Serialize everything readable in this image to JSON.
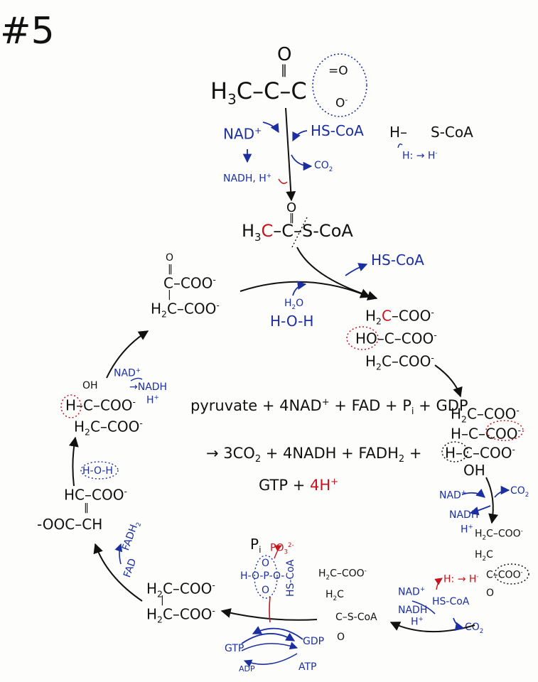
{
  "page": {
    "title": "#5"
  },
  "colors": {
    "ink": "#111111",
    "blue": "#1b2fa0",
    "red": "#c8141c"
  },
  "pyruvate": {
    "carbonyl_o": "O",
    "methyl": "H",
    "methyl_sub": "3",
    "chain": "C–C–",
    "carboxyl_c": "C",
    "carboxyl_o_double": "=O",
    "carboxyl_o_minus": "O",
    "carboxyl_o_minus_sup": "-"
  },
  "pdh_step": {
    "nad": "NAD",
    "nad_sup": "+",
    "nadh": "NADH, H",
    "nadh_sup": "+",
    "hscoa": "HS-CoA",
    "co2": "CO",
    "co2_sub": "2"
  },
  "hydride_note": {
    "line1_h": "H–",
    "line1_scoa": "S-CoA",
    "line2": "H: → H",
    "line2_sup": "-"
  },
  "acetyl_coa": {
    "o": "O",
    "h3": "H",
    "h3_sub": "3",
    "c_red": "C",
    "rest": "–C–S-CoA"
  },
  "oxaloacetate": {
    "o": "O",
    "line1": "C–COO",
    "line1_sup": "-",
    "line2": "H",
    "line2_sub": "2",
    "line2b": "C–COO",
    "line2_sup": "-"
  },
  "synthase_step": {
    "hscoa": "HS-CoA",
    "h2o": "H",
    "h2o_sub": "2",
    "h2o_b": "O",
    "hoh": "H-O-H"
  },
  "citrate": {
    "l1_h2": "H",
    "l1_sub": "2",
    "l1_c": "C",
    "l1_rest": "–COO",
    "l1_sup": "-",
    "l2": "HO–C–COO",
    "l2_sup": "-",
    "l3_h2": "H",
    "l3_sub": "2",
    "l3_rest": "C–COO",
    "l3_sup": "-"
  },
  "isocitrate": {
    "l1": "H",
    "l1_sub": "2",
    "l1_rest": "C–COO",
    "l1_sup": "-",
    "l2": "H–C–COO",
    "l2_sup": "-",
    "l3": "H–C–COO",
    "l3_sup": "-",
    "l4": "OH"
  },
  "idh_step": {
    "nad": "NAD",
    "nad_sup": "+",
    "nadh": "NADH",
    "h": "H",
    "h_sup": "+",
    "co2": "CO",
    "co2_sub": "2"
  },
  "alpha_kg": {
    "l1": "H",
    "l1_sub": "2",
    "l1_rest": "C–COO",
    "l1_sup": "-",
    "l2": "H",
    "l2_sub": "2",
    "l2_rest": "C",
    "l3": "C–COO",
    "l3_sup": "-",
    "l4": "O"
  },
  "akgdh_step": {
    "nad": "NAD",
    "nad_sup": "+",
    "nadh": "NADH",
    "h": "H",
    "h_sup": "+",
    "hscoa": "HS-CoA",
    "co2": "CO",
    "co2_sub": "2",
    "hydride": "H: → H",
    "hydride_sup": "-"
  },
  "succinyl_coa": {
    "l1": "H",
    "l1_sub": "2",
    "l1_rest": "C–COO",
    "l1_sup": "-",
    "l2": "H",
    "l2_sub": "2",
    "l2_rest": "C",
    "l3": "C–S-CoA",
    "l4": "O"
  },
  "scs_step": {
    "pi": "P",
    "pi_sub": "i",
    "po3": "PO",
    "po3_sub": "3",
    "po3_sup": "2-",
    "phosphate": "H-O-P-O-",
    "phosphate_o": "O",
    "hscoa": "HS-CoA",
    "gdp": "GDP",
    "gtp": "GTP",
    "adp": "ADP",
    "atp": "ATP"
  },
  "succinate": {
    "l1": "H",
    "l1_sub": "2",
    "l1_rest": "C–COO",
    "l1_sup": "-",
    "l2": "H",
    "l2_sub": "2",
    "l2_rest": "C–COO",
    "l2_sup": "-"
  },
  "sdh_step": {
    "fad": "FAD",
    "fadh2": "FADH",
    "fadh2_sub": "2"
  },
  "fumarate": {
    "l1": "HC–COO",
    "l1_sup": "-",
    "l2": "‖",
    "l3": "-OOC–CH"
  },
  "fumarase_step": {
    "hoh": "H-O-H"
  },
  "malate": {
    "l0": "OH",
    "l1": "H–C–COO",
    "l1_sup": "-",
    "l2": "H",
    "l2_sub": "2",
    "l2_rest": "C–COO",
    "l2_sup": "-"
  },
  "mdh_step": {
    "nad": "NAD",
    "nad_sup": "+",
    "nadh": "→NADH",
    "h": "H",
    "h_sup": "+"
  },
  "summary": {
    "line1": "pyruvate + 4NAD",
    "line1_sup": "+",
    "line1b": " + FAD + P",
    "line1_sub": "i",
    "line1c": " + GDP",
    "line2": "→ 3CO",
    "line2_sub": "2",
    "line2b": " + 4NADH + FADH",
    "line2_sub2": "2",
    "line2c": " +",
    "line3": "GTP + ",
    "line3_red": "4H",
    "line3_sup": "+"
  }
}
